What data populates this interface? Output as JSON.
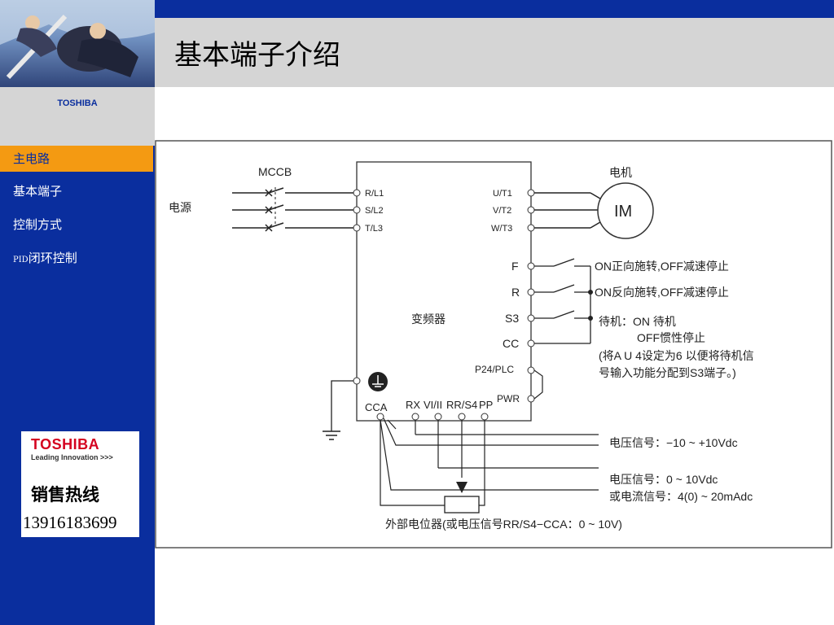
{
  "sidebar": {
    "brand": "TOSHIBA",
    "nav": [
      {
        "label": "主电路",
        "prefix": "",
        "active": true
      },
      {
        "label": "基本端子",
        "prefix": "",
        "active": false
      },
      {
        "label": "控制方式",
        "prefix": "",
        "active": false
      },
      {
        "label": "闭环控制",
        "prefix": "PID",
        "active": false
      }
    ],
    "ad": {
      "brand": "TOSHIBA",
      "tagline": "Leading Innovation >>>",
      "hotline_label": "销售热线",
      "phone": "13916183699"
    }
  },
  "header": {
    "title": "基本端子介绍"
  },
  "diagram": {
    "mccb": "MCCB",
    "power": "电源",
    "motor_label": "电机",
    "motor": "IM",
    "inverter": "变频器",
    "inputs": [
      "R/L1",
      "S/L2",
      "T/L3"
    ],
    "outputs": [
      "U/T1",
      "V/T2",
      "W/T3"
    ],
    "control": [
      "F",
      "R",
      "S3",
      "CC"
    ],
    "p24": "P24/PLC",
    "pwr": "PWR",
    "bottom_terminals": [
      "CCA",
      "RX",
      "VI/II",
      "RR/S4",
      "PP"
    ],
    "notes": {
      "f": "ON正向施转,OFF减速停止",
      "r": "ON反向施转,OFF减速停止",
      "s3_a": "待机：ON 待机",
      "s3_b": "OFF惯性停止",
      "s3_c": "(将A U 4设定为6 以便将待机信",
      "s3_d": "号输入功能分配到S3端子。)"
    },
    "signals": {
      "voltage1": "电压信号：−10 ~ +10Vdc",
      "voltage2": "电压信号：0 ~ 10Vdc",
      "current": "或电流信号：4(0) ~ 20mAdc",
      "pot": "外部电位器(或电压信号RR/S4−CCA：0 ~ 10V)"
    }
  }
}
